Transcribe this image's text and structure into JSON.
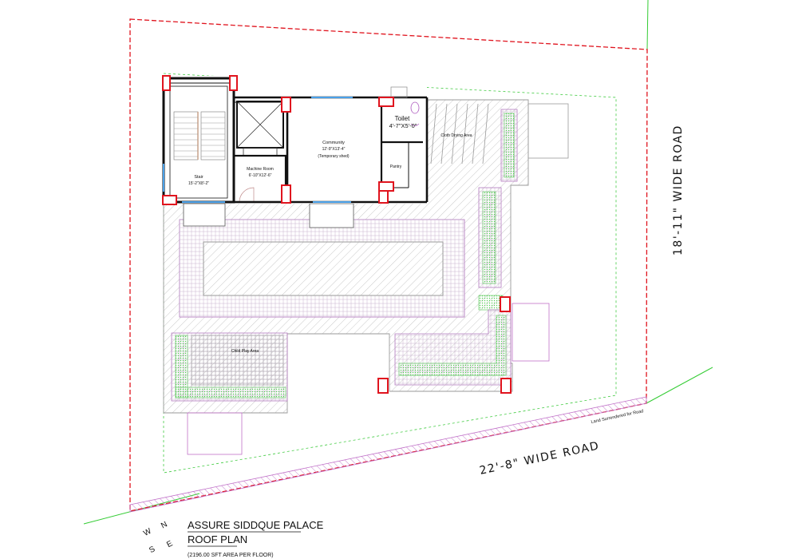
{
  "title": {
    "name": "ASSURE SIDDQUE PALACE",
    "sheet": "ROOF PLAN",
    "area_note": "(2196.00 SFT AREA PER FLOOR)"
  },
  "roads": {
    "east": "18'-11\" WIDE ROAD",
    "south": "22'-8\" WIDE ROAD",
    "surrendered": "Land Surrendered for Road"
  },
  "rooms": {
    "stair": {
      "name": "Stair",
      "size": "15'-2\"X8'-2\""
    },
    "machine_room": {
      "name": "Machine Room",
      "size": "6'-10\"X12'-6\""
    },
    "community": {
      "name": "Community",
      "size": "12'-9\"X13'-4\"",
      "note": "(Temporary shed)"
    },
    "toilet": {
      "name": "Toilet",
      "size": "4'-7\"X5'-0\""
    },
    "pantry": {
      "name": "Pantry"
    },
    "cloth_drying": {
      "name": "Cloth Drying Area"
    },
    "child_play": {
      "name": "Child Play Area"
    }
  },
  "compass": {
    "n": "N",
    "e": "E",
    "w": "W",
    "s": "S"
  },
  "colors": {
    "plot_boundary": "#e0141e",
    "wall": "#111111",
    "column": "#e0141e",
    "green_line": "#33cc33",
    "magenta_line": "#c070c8",
    "hatch": "#b9b9b9"
  }
}
